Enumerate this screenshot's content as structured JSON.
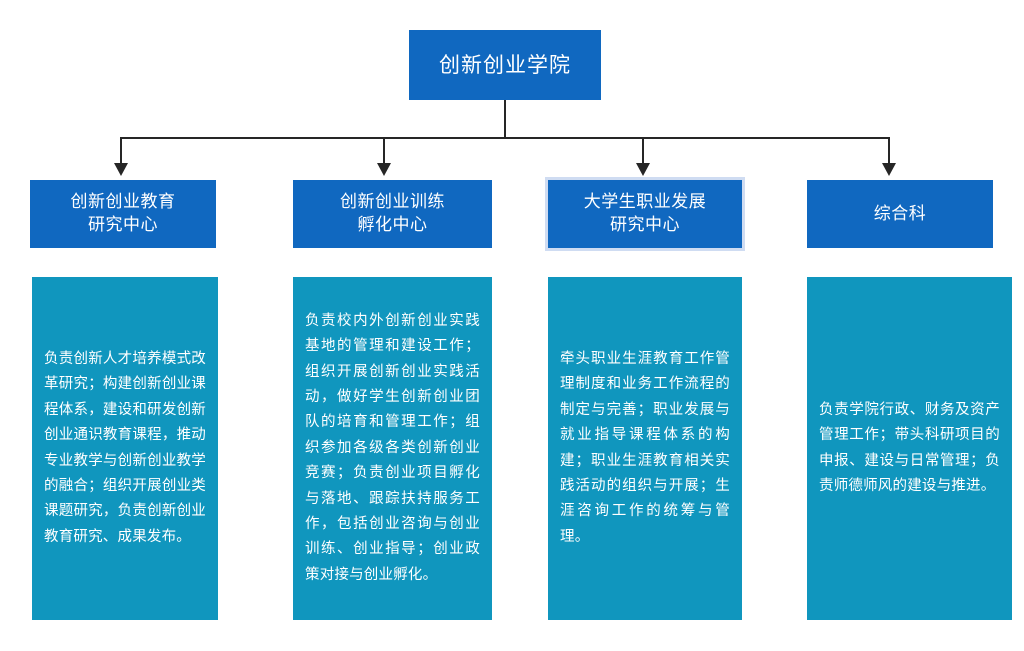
{
  "diagram": {
    "type": "organizational-chart",
    "title": "创新创业学院",
    "colors": {
      "header_blue": "#1068C0",
      "duty_teal": "#1096BE",
      "connector": "#262626",
      "selection_outline": "#cfdcf2",
      "text": "#ffffff",
      "background": "#ffffff"
    },
    "root": {
      "label": "创新创业学院"
    },
    "units": [
      {
        "id": "unit-1",
        "label": "创新创业教育\n研究中心",
        "selected": false,
        "duty": "负责创新人才培养模式改革研究；构建创新创业课程体系，建设和研发创新创业通识教育课程，推动专业教学与创新创业教学的融合；组织开展创业类课题研究，负责创新创业教育研究、成果发布。"
      },
      {
        "id": "unit-2",
        "label": "创新创业训练\n孵化中心",
        "selected": false,
        "duty": "负责校内外创新创业实践基地的管理和建设工作；组织开展创新创业实践活动，做好学生创新创业团队的培育和管理工作；组织参加各级各类创新创业竞赛；负责创业项目孵化与落地、跟踪扶持服务工作，包括创业咨询与创业训练、创业指导；创业政策对接与创业孵化。"
      },
      {
        "id": "unit-3",
        "label": "大学生职业发展\n研究中心",
        "selected": true,
        "duty": "牵头职业生涯教育工作管理制度和业务工作流程的制定与完善；职业发展与就业指导课程体系的构建；职业生涯教育相关实践活动的组织与开展；生涯咨询工作的统筹与管理。"
      },
      {
        "id": "unit-4",
        "label": "综合科",
        "selected": false,
        "duty": "负责学院行政、财务及资产管理工作；带头科研项目的申报、建设与日常管理；负责师德师风的建设与推进。"
      }
    ]
  }
}
